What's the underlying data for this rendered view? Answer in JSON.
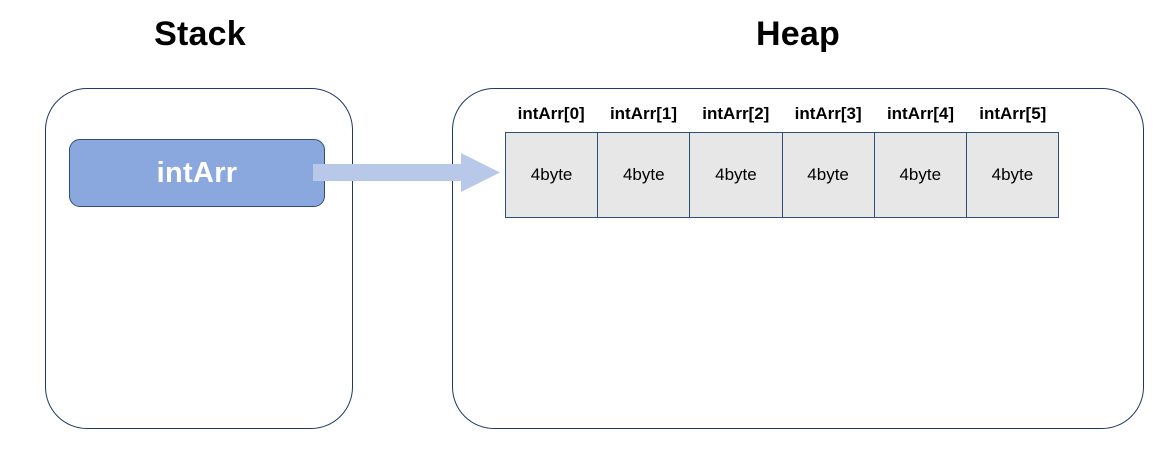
{
  "diagram": {
    "title_stack": "Stack",
    "title_heap": "Heap",
    "stack": {
      "variable_label": "intArr"
    },
    "heap": {
      "index_labels": [
        "intArr[0]",
        "intArr[1]",
        "intArr[2]",
        "intArr[3]",
        "intArr[4]",
        "intArr[5]"
      ],
      "cells": [
        "4byte",
        "4byte",
        "4byte",
        "4byte",
        "4byte",
        "4byte"
      ]
    },
    "colors": {
      "variable_fill": "#8BA8DE",
      "variable_border": "#2F4E78",
      "variable_text": "#FFFFFF",
      "container_border": "#1F3864",
      "cell_fill": "#E7E7E7",
      "cell_border": "#2F4E78",
      "arrow_fill": "#B8C8E8",
      "background": "#FFFFFF",
      "text": "#000000"
    }
  }
}
